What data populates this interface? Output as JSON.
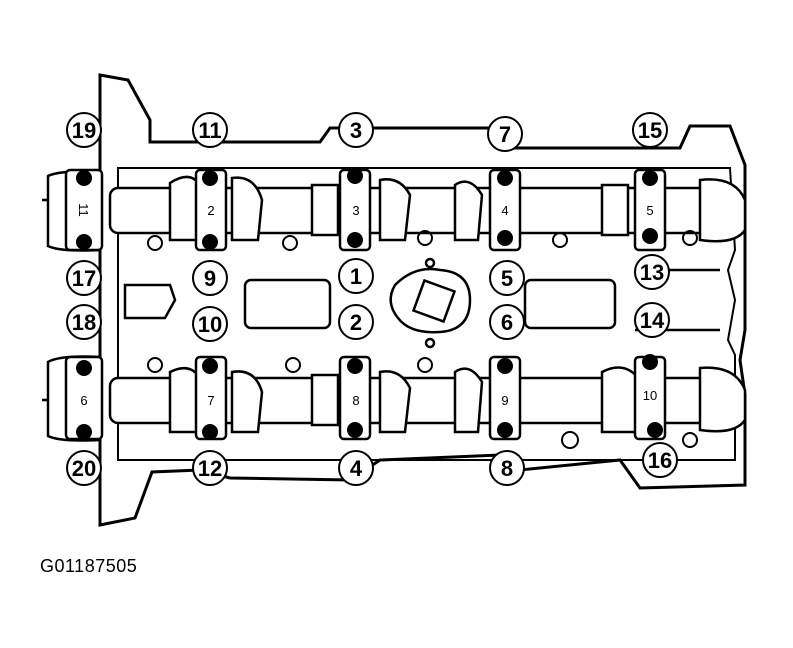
{
  "figure_code": "G01187505",
  "sequence_labels": [
    "19",
    "11",
    "3",
    "7",
    "15",
    "17",
    "9",
    "1",
    "5",
    "13",
    "18",
    "10",
    "2",
    "6",
    "14",
    "20",
    "12",
    "4",
    "8",
    "16"
  ],
  "cap_labels": [
    "11",
    "2",
    "3",
    "4",
    "5",
    "6",
    "7",
    "8",
    "9",
    "10"
  ]
}
